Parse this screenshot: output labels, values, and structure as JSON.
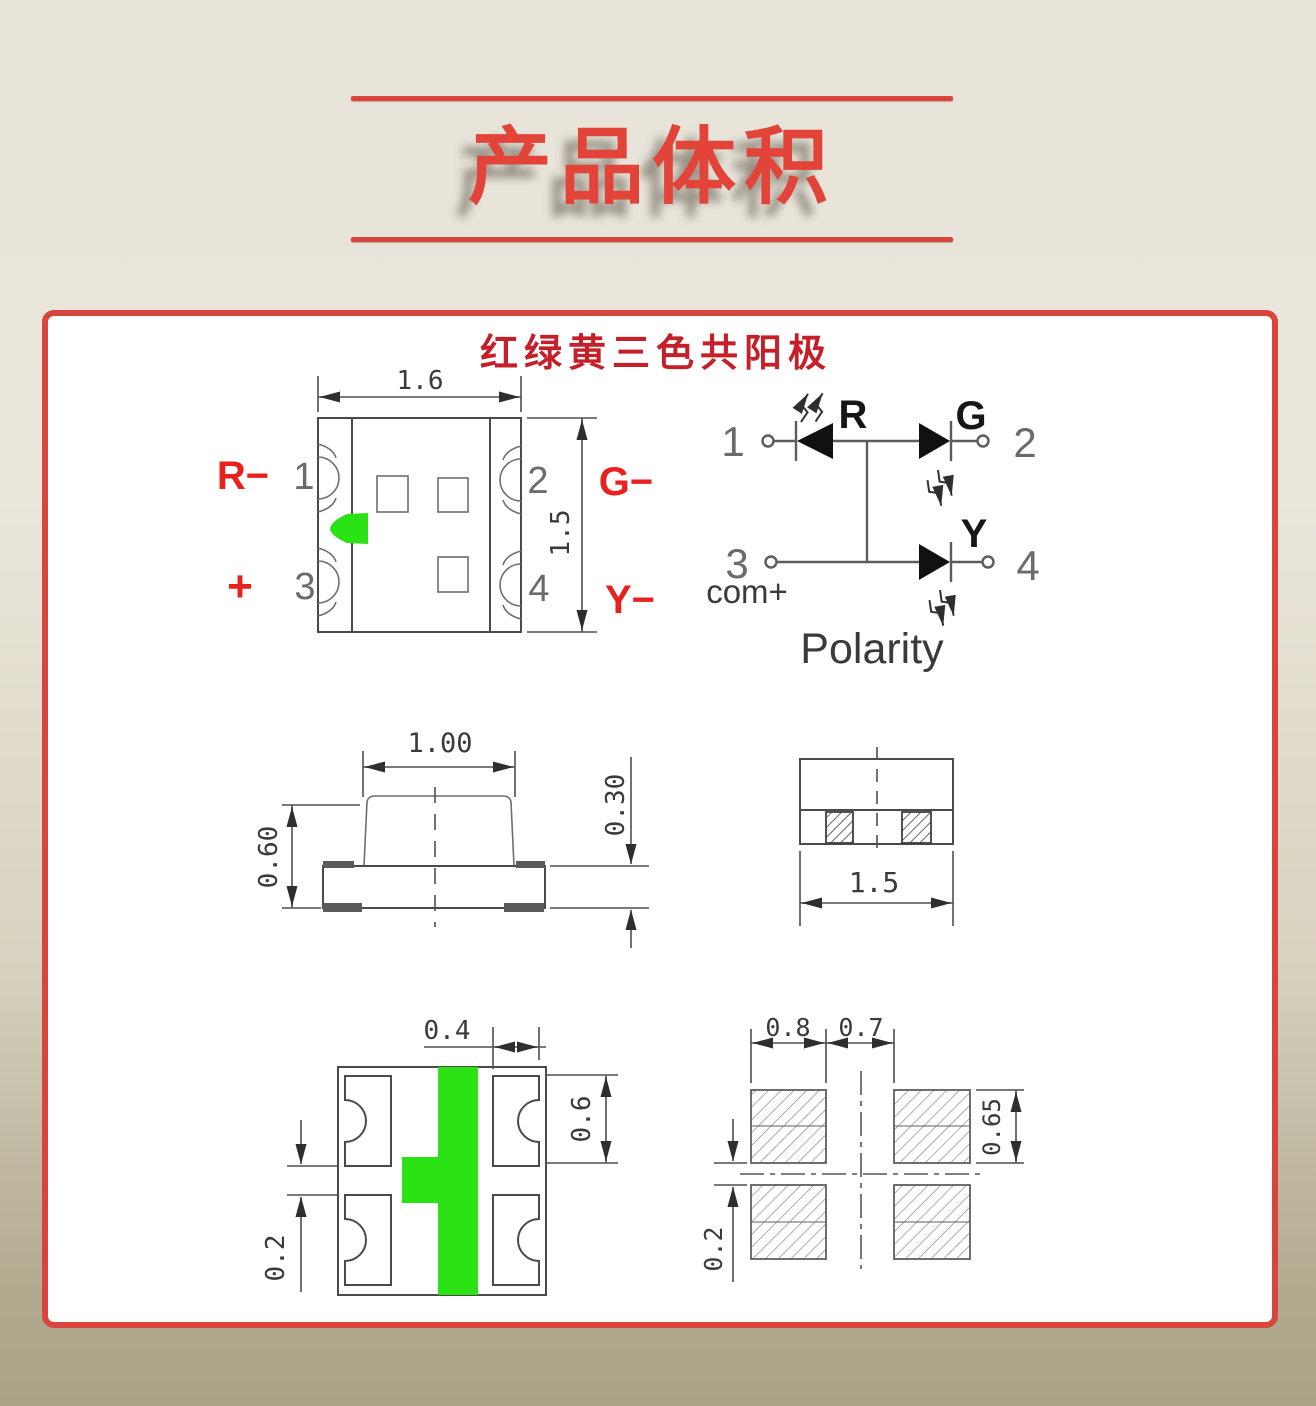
{
  "header": {
    "title": "产品体积"
  },
  "panel": {
    "annotation": "红绿黄三色共阳极",
    "top_view": {
      "dim_width": "1.6",
      "dim_height": "1.5",
      "pin1": "1",
      "pin2": "2",
      "pin3": "3",
      "pin4": "4",
      "label_pin1": "R−",
      "label_pin2": "G−",
      "label_pin3": "+",
      "label_pin4": "Y−"
    },
    "circuit": {
      "pin1": "1",
      "pin2": "2",
      "pin3": "3",
      "pin4": "4",
      "diode_r": "R",
      "diode_g": "G",
      "diode_y": "Y",
      "common_label": "com+",
      "caption": "Polarity"
    },
    "side_view": {
      "dim_width": "1.00",
      "dim_height": "0.60",
      "dim_base": "0.30"
    },
    "end_view": {
      "dim_width": "1.5"
    },
    "bottom_view": {
      "dim_pad_width": "0.4",
      "dim_pad_height": "0.6",
      "dim_gap": "0.2"
    },
    "pad_layout": {
      "dim_pad_width": "0.8",
      "dim_gap_h": "0.7",
      "dim_pad_height": "0.65",
      "dim_gap_v": "0.2"
    }
  },
  "colors": {
    "accent_red": "#d8453c",
    "title_red": "#e2443a",
    "annotation_red": "#c5202a",
    "label_red": "#e8211f",
    "led_green": "#2ae214",
    "line_gray": "#4a4a4a"
  }
}
